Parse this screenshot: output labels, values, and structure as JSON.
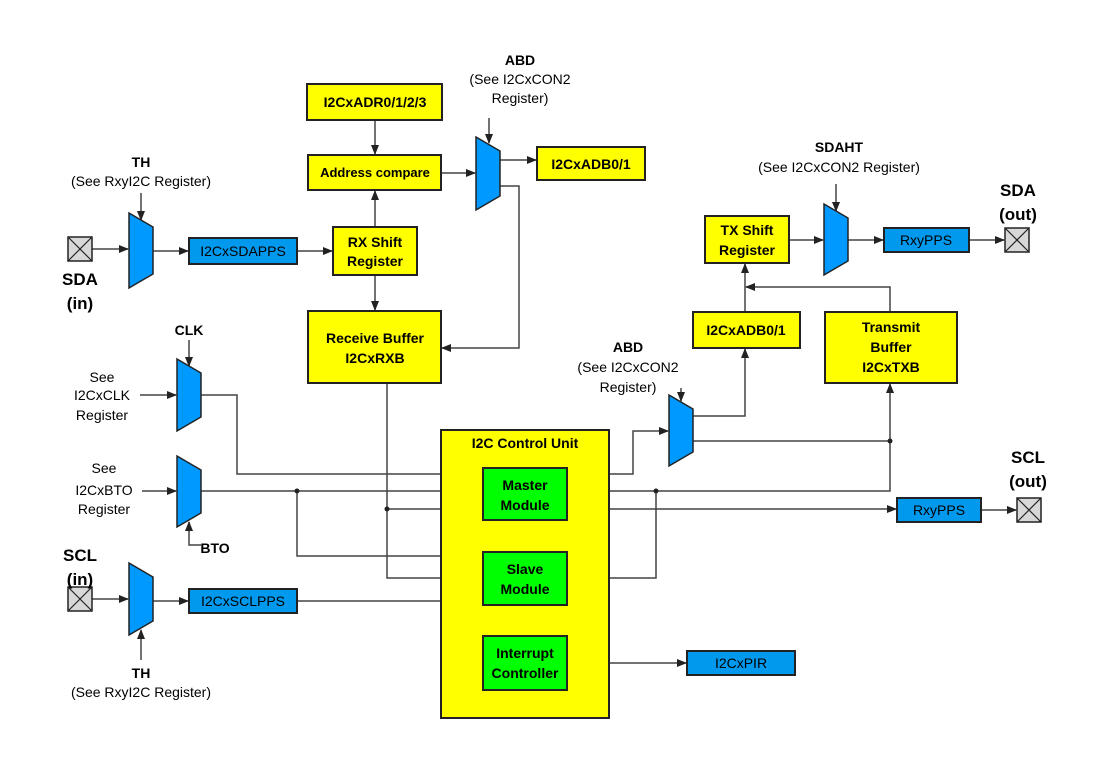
{
  "colors": {
    "register": "#ffff00",
    "module": "#00ff00",
    "pps": "#0099ee",
    "mux": "#0099ff",
    "pad": "#d8d8d8"
  },
  "blocks": {
    "adr": "I2CxADR0/1/2/3",
    "addr_compare": "Address compare",
    "adb_top": "I2CxADB0/1",
    "rx_shift": [
      "RX Shift",
      "Register"
    ],
    "rx_buffer": [
      "Receive Buffer",
      "I2CxRXB"
    ],
    "sdapps": "I2CxSDAPPS",
    "sclpps": "I2CxSCLPPS",
    "control_unit": "I2C Control Unit",
    "master": [
      "Master",
      "Module"
    ],
    "slave": [
      "Slave",
      "Module"
    ],
    "interrupt": [
      "Interrupt",
      "Controller"
    ],
    "pir": "I2CxPIR",
    "adb_right": "I2CxADB0/1",
    "tx_buffer": [
      "Transmit",
      "Buffer",
      "I2CxTXB"
    ],
    "tx_shift": [
      "TX Shift",
      "Register"
    ],
    "rxypps_sda": "RxyPPS",
    "rxypps_scl": "RxyPPS"
  },
  "labels": {
    "abd_top": {
      "title": "ABD",
      "note": [
        "(See I2CxCON2",
        "Register)"
      ]
    },
    "th_top": {
      "title": "TH",
      "note": "(See RxyI2C Register)"
    },
    "th_bottom": {
      "title": "TH",
      "note": "(See RxyI2C Register)"
    },
    "sdaht": {
      "title": "SDAHT",
      "note": "(See I2CxCON2 Register)"
    },
    "abd_right": {
      "title": "ABD",
      "note": [
        "(See I2CxCON2",
        "Register)"
      ]
    },
    "clk": "CLK",
    "see_clk": [
      "See",
      "I2CxCLK",
      "Register"
    ],
    "see_bto": [
      "See",
      "I2CxBTO",
      "Register"
    ],
    "bto": "BTO",
    "sda_in": [
      "SDA",
      "(in)"
    ],
    "scl_in": [
      "SCL",
      "(in)"
    ],
    "sda_out": [
      "SDA",
      "(out)"
    ],
    "scl_out": [
      "SCL",
      "(out)"
    ]
  },
  "icons": {
    "pad": "pin-pad-icon",
    "mux": "multiplexer-icon"
  }
}
